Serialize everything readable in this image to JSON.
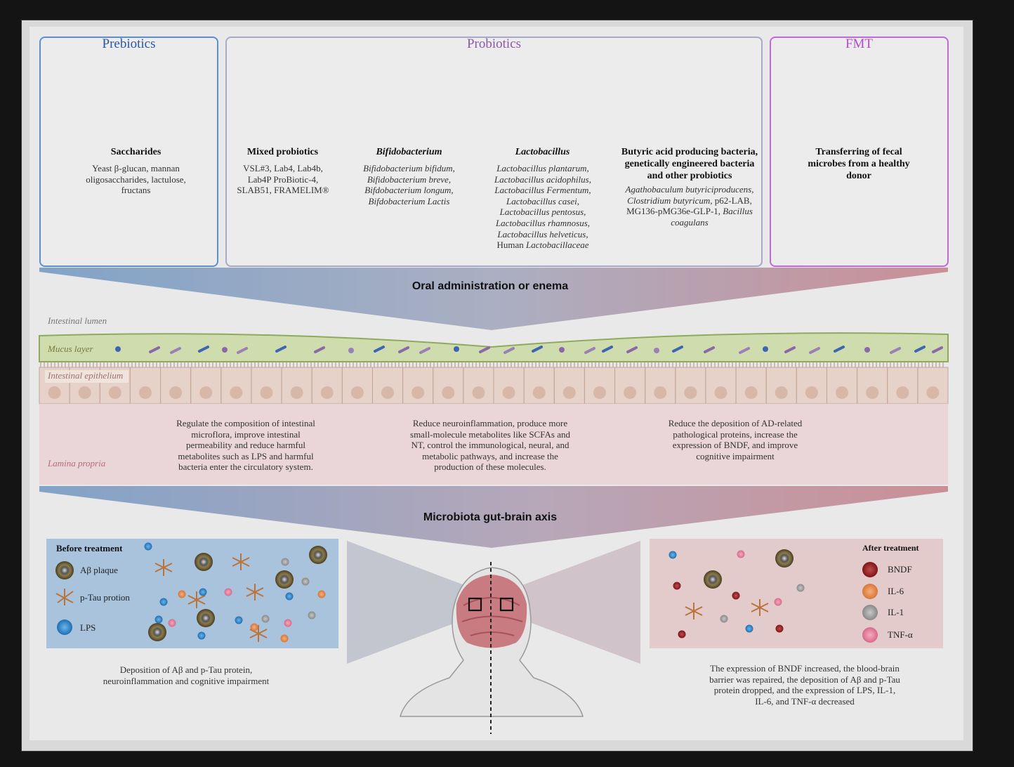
{
  "sections": {
    "prebiotics": {
      "title": "Prebiotics",
      "heading": "Saccharides",
      "desc": "Yeast β-glucan, mannan oligosaccharides, lactulose, fructans"
    },
    "probiotics": {
      "title": "Probiotics",
      "mixed": {
        "heading": "Mixed probiotics",
        "desc": "VSL#3, Lab4, Lab4b, Lab4P ProBiotic-4, SLAB51, FRAMELIM®"
      },
      "bifido": {
        "heading": "Bifidobacterium",
        "desc": "Bifidobacterium bifidum, Bifidobacterium breve, Bifdobacterium longum, Bifdobacterium Lactis"
      },
      "lacto": {
        "heading": "Lactobacillus",
        "desc": "Lactobacillus plantarum, Lactobacillus acidophilus, Lactobacillus Fermentum, Lactobacillus casei, Lactobacillus pentosus, Lactobacillus rhamnosus, Lactobacillus helveticus,",
        "desc_tail_prefix": "Human ",
        "desc_tail_italic": "Lactobacillaceae"
      },
      "butyric": {
        "heading": "Butyric acid producing bacteria, genetically engineered bacteria and other probiotics",
        "desc_italic": "Agathobaculum butyriciproducens, Clostridium butyricum,",
        "desc_plain": " p62-LAB, MG136-pMG36e-GLP-1, ",
        "desc_italic2": "Bacillus coagulans"
      }
    },
    "fmt": {
      "title": "FMT",
      "heading": "Transferring of fecal microbes from a healthy donor"
    }
  },
  "route_label": "Oral administration or enema",
  "layers": {
    "lumen": "Intestinal lumen",
    "mucus": "Mucus layer",
    "epithelium": "Intestinal epithelium",
    "lamina": "Lamina propria"
  },
  "effects": [
    "Regulate the composition of intestinal microflora, improve intestinal permeability and reduce harmful metabolites such as LPS and harmful bacteria enter the circulatory system.",
    "Reduce neuroinflammation, produce more small-molecule metabolites like SCFAs and NT, control the immunological, neural, and metabolic pathways, and increase the production of these molecules.",
    "Reduce the deposition of AD-related pathological proteins, increase the expression of BNDF, and improve cognitive impairment"
  ],
  "axis_label": "Microbiota gut-brain axis",
  "before": {
    "title": "Before treatment",
    "legend": [
      "Aβ plaque",
      "p-Tau protion",
      "LPS"
    ],
    "caption": "Deposition of Aβ and p-Tau protein, neuroinflammation and cognitive impairment"
  },
  "after": {
    "title": "After treatment",
    "legend": [
      "BNDF",
      "IL-6",
      "IL-1",
      "TNF-α"
    ],
    "caption": "The expression of BNDF increased, the blood-brain barrier was repaired, the deposition of Aβ and p-Tau protein dropped, and the expression of LPS, IL-1, IL-6, and TNF-α decreased"
  },
  "colors": {
    "prebiotics_blue": "#2f55a4",
    "probiotics_purple": "#8a5aa6",
    "fmt_magenta": "#b44bc8",
    "bndf": "#8b1e22",
    "il6": "#e08a4a",
    "il1": "#9a9a9a",
    "tnf": "#e07a98",
    "lps": "#2c7fc0"
  }
}
